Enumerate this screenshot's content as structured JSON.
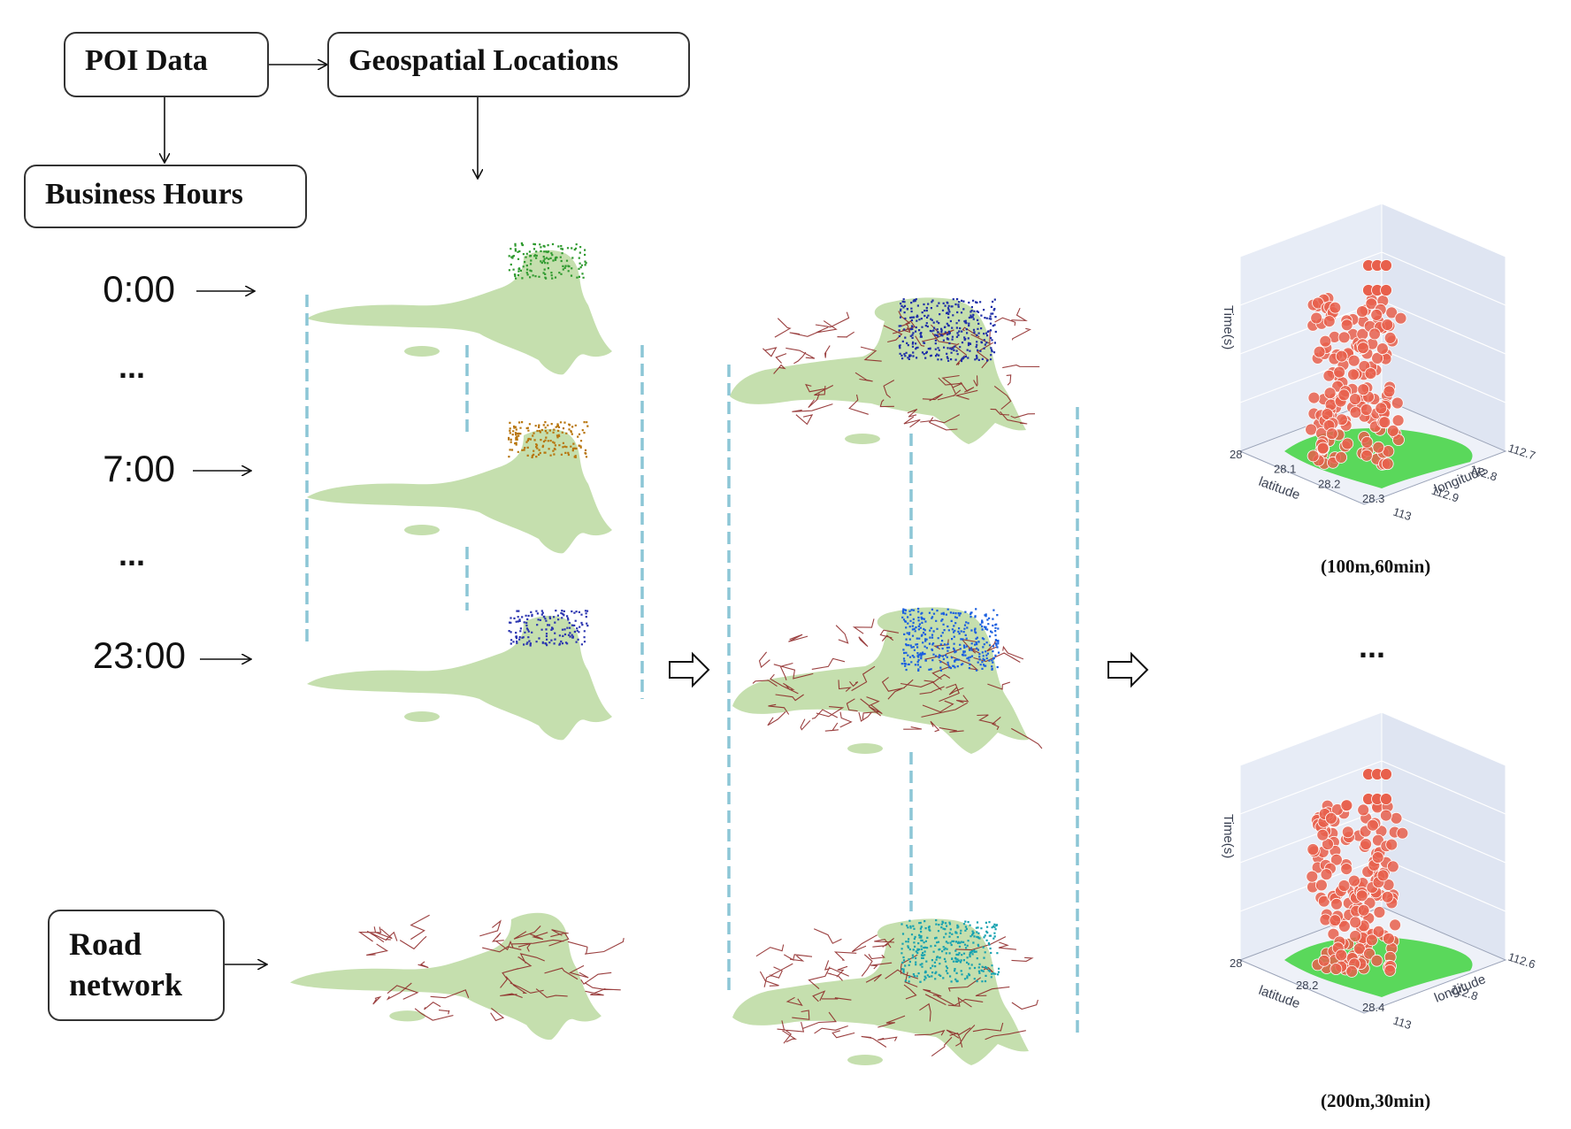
{
  "boxes": {
    "poi": "POI Data",
    "geo": "Geospatial Locations",
    "hours": "Business Hours",
    "road_line1": "Road",
    "road_line2": "network"
  },
  "hours": {
    "h0": "0:00",
    "h7": "7:00",
    "h23": "23:00",
    "ellipsis": "..."
  },
  "plots": [
    {
      "axis_title_z": "Time(s)",
      "axis_title_lat": "latitude",
      "axis_title_lon": "longitude",
      "lat_ticks": [
        "28",
        "28.1",
        "28.2",
        "28.3"
      ],
      "lon_ticks": [
        "113",
        "112.9",
        "112.8",
        "112.7"
      ],
      "caption": "(100m,60min)"
    },
    {
      "axis_title_z": "Time(s)",
      "axis_title_lat": "latitude",
      "axis_title_lon": "longitude",
      "lat_ticks": [
        "28",
        "28.2",
        "28.4"
      ],
      "lon_ticks": [
        "113",
        "112.8",
        "112.6"
      ],
      "caption": "(200m,30min)"
    }
  ],
  "right_ellipsis": "...",
  "colors": {
    "map_fill": "#c5dfae",
    "road": "#8a1f1f",
    "poi_0": "#2f9a2f",
    "poi_7": "#b8760e",
    "poi_23": "#2b35b0",
    "merge_0": "#1f2fa8",
    "merge_7": "#1a5fe0",
    "merge_23": "#17a2b0",
    "dash": "#8cc6d6",
    "scatter": "#e8604c",
    "plot_bg": "#e7ecf6",
    "plot_floor_green": "#3fd43f"
  }
}
